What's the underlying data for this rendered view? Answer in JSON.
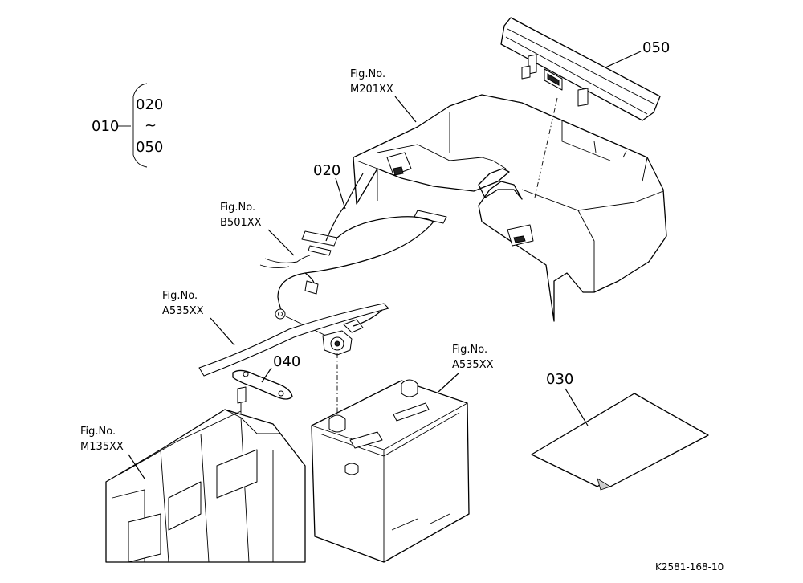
{
  "bracket_group": {
    "parent": "010",
    "first": "020",
    "tilde": "~",
    "last": "050"
  },
  "parts": {
    "p020": "020",
    "p030": "030",
    "p040": "040",
    "p050": "050"
  },
  "figure_refs": {
    "m201": {
      "label": "Fig.No.",
      "code": "M201XX"
    },
    "b501": {
      "label": "Fig.No.",
      "code": "B501XX"
    },
    "a535_cable": {
      "label": "Fig.No.",
      "code": "A535XX"
    },
    "a535_battery": {
      "label": "Fig.No.",
      "code": "A535XX"
    },
    "m135": {
      "label": "Fig.No.",
      "code": "M135XX"
    }
  },
  "drawing_code": "K2581-168-10"
}
